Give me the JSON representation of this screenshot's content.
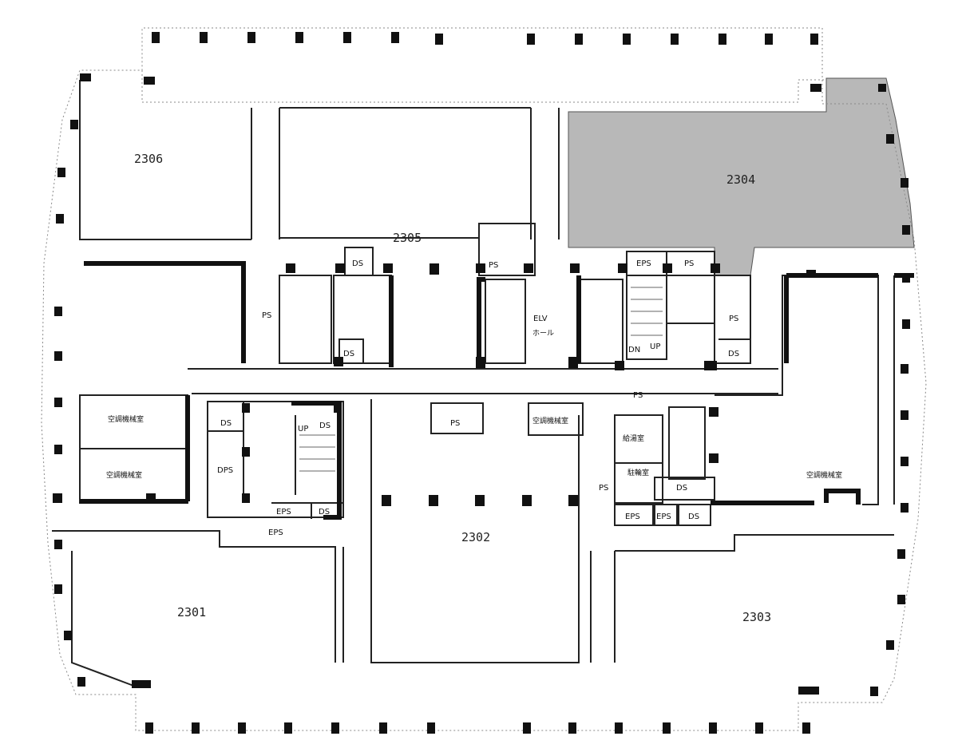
{
  "colors": {
    "background": "#ffffff",
    "wall": "#111111",
    "column": "#111111",
    "thin_line": "#222222",
    "dotted_outline": "#8a8a8a",
    "highlight_fill": "#b8b8b8"
  },
  "rooms": {
    "r2301": "2301",
    "r2302": "2302",
    "r2303": "2303",
    "r2304": "2304",
    "r2305": "2305",
    "r2306": "2306"
  },
  "highlighted_room": "2304",
  "labels": {
    "ps": "PS",
    "ds": "DS",
    "eps": "EPS",
    "dps": "DPS",
    "up": "UP",
    "dn": "DN",
    "elv": "ELV",
    "elv_hall": "ホール",
    "ac_machine_room": "空調機械室",
    "hot_water_room": "給湯室",
    "bike_room": "駐輪室"
  }
}
